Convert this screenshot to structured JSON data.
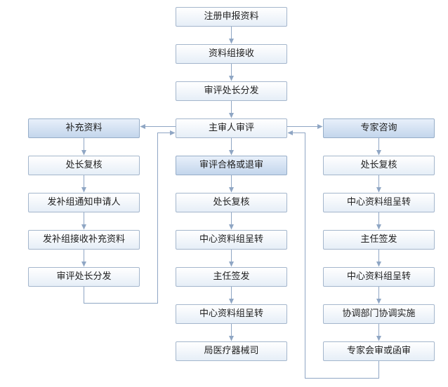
{
  "center_column": {
    "n1": "注册申报资料",
    "n2": "资料组接收",
    "n3": "审评处长分发",
    "n4": "主审人审评",
    "n5": "审评合格或退审",
    "n6": "处长复核",
    "n7": "中心资料组呈转",
    "n8": "主任签发",
    "n9": "中心资料组呈转",
    "n10": "局医疗器械司"
  },
  "left_column": {
    "n1": "补充资料",
    "n2": "处长复核",
    "n3": "发补组通知申请人",
    "n4": "发补组接收补充资料",
    "n5": "审评处长分发"
  },
  "right_column": {
    "n1": "专家咨询",
    "n2": "处长复核",
    "n3": "中心资料组呈转",
    "n4": "主任签发",
    "n5": "中心资料组呈转",
    "n6": "协调部门协调实施",
    "n7": "专家会审或函审"
  },
  "colors": {
    "connector": "#8fa6c4",
    "node_border": "#a4b6cc",
    "highlight_fill": "#c3d6ec"
  }
}
